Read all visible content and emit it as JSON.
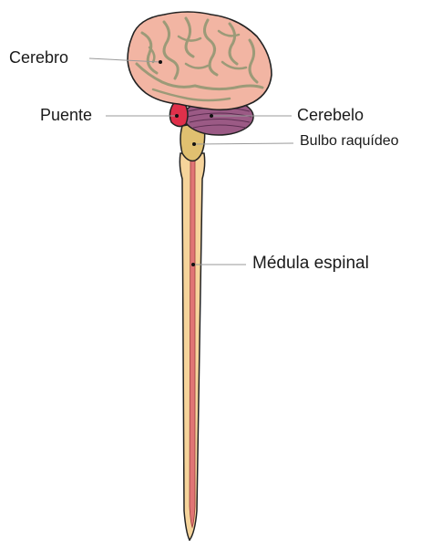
{
  "labels": {
    "cerebrum": "Cerebro",
    "pons": "Puente",
    "cerebellum": "Cerebelo",
    "medulla": "Bulbo raquídeo",
    "spinal_cord": "Médula espinal"
  },
  "colors": {
    "brain_fill": "#f2b5a3",
    "brain_sulci": "#9c9a78",
    "pons_fill": "#e0304a",
    "cerebellum_fill": "#9b5a85",
    "medulla_fill": "#e0c070",
    "cord_sheath": "#f6d49b",
    "cord_core": "#e07575",
    "outline": "#222222",
    "leader_line": "#9a9a9a"
  }
}
